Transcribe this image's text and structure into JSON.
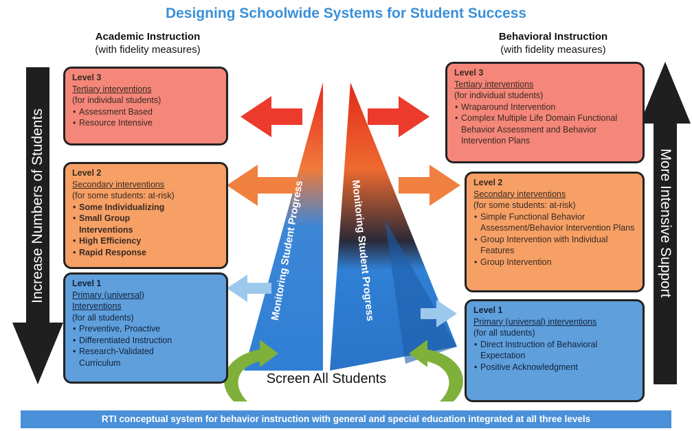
{
  "title": "Designing Schoolwide Systems for Student Success",
  "academic": {
    "heading": "Academic Instruction",
    "subheading": "(with fidelity measures)",
    "level3": {
      "level": "Level 3",
      "tier": "Tertiary interventions",
      "audience": "(for individual students)",
      "items": [
        "Assessment Based",
        "Resource Intensive"
      ]
    },
    "level2": {
      "level": "Level 2",
      "tier": "Secondary interventions",
      "audience": "(for some students: at-risk)",
      "items": [
        "Some Individualizing",
        "Small Group Interventions",
        "High Efficiency",
        "Rapid Response"
      ]
    },
    "level1": {
      "level": "Level 1",
      "tier": "Primary (universal) Interventions",
      "audience": "(for all students)",
      "items": [
        "Preventive, Proactive",
        "Differentiated Instruction",
        "Research-Validated Curriculum"
      ]
    }
  },
  "behavioral": {
    "heading": "Behavioral Instruction",
    "subheading": "(with fidelity measures)",
    "level3": {
      "level": "Level 3",
      "tier": "Tertiary interventions",
      "audience": "(for individual students)",
      "items": [
        "Wraparound Intervention",
        "Complex Multiple Life Domain Functional Behavior Assessment and Behavior Intervention Plans"
      ]
    },
    "level2": {
      "level": "Level 2",
      "tier": "Secondary interventions",
      "audience": "(for some students: at-risk)",
      "items": [
        "Simple Functional Behavior Assessment/Behavior Intervention Plans",
        "Group Intervention with Individual Features",
        "Group Intervention"
      ]
    },
    "level1": {
      "level": "Level 1",
      "tier": "Primary (universal) interventions",
      "audience": "(for all students)",
      "items": [
        "Direct Instruction of Behavioral Expectation",
        "Positive Acknowledgment"
      ]
    }
  },
  "left_arrow_label": "Increase Numbers of Students",
  "right_arrow_label": "More Intensive Support",
  "monitoring_left": "Monitoring Student Progress",
  "monitoring_right": "Monitoring Student Progress",
  "screen_label": "Screen All Students",
  "footer": "RTI conceptual system for behavior instruction with general and special education integrated at all three levels",
  "colors": {
    "tier3": "#f4867a",
    "tier2": "#f6a066",
    "tier1": "#5f9fdc",
    "title": "#3a8fd8",
    "arrow": "#1f1f1f"
  }
}
